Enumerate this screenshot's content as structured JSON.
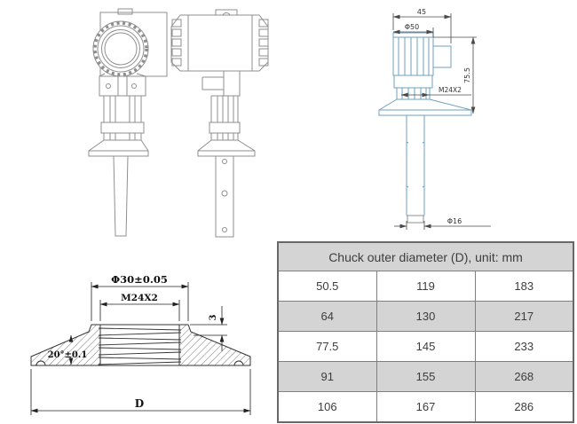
{
  "drawings": {
    "dimensioned_view": {
      "width": "45",
      "cap_diameter": "Φ50",
      "height": "75.5",
      "thread": "M24X2",
      "probe_diameter": "Φ16",
      "line_color": "#6fa0c0",
      "dim_color": "#4a4a4a"
    },
    "chuck_section": {
      "outer_diameter": "Φ30±0.05",
      "thread": "M24X2",
      "step_height": "3",
      "angle": "20°±0.1",
      "base_diameter": "D",
      "line_color": "#333333"
    },
    "outline_views_color": "#8f8f8f"
  },
  "table": {
    "title": "Chuck outer diameter (D), unit: mm",
    "header_bg": "#d4d4d4",
    "alt_row_bg": "#d4d4d4",
    "border_color": "#686868",
    "rows": [
      [
        "50.5",
        "119",
        "183"
      ],
      [
        "64",
        "130",
        "217"
      ],
      [
        "77.5",
        "145",
        "233"
      ],
      [
        "91",
        "155",
        "268"
      ],
      [
        "106",
        "167",
        "286"
      ]
    ]
  }
}
